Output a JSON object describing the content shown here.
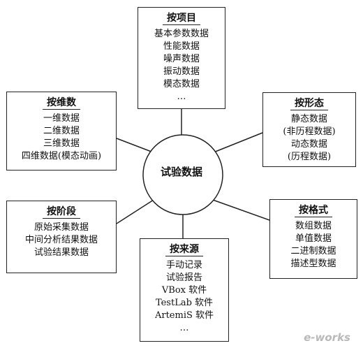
{
  "center": {
    "label": "试验数据"
  },
  "groups": {
    "by_project": {
      "title": "按项目",
      "items": [
        "基本参数数据",
        "性能数据",
        "噪声数据",
        "振动数据",
        "模态数据",
        "…"
      ]
    },
    "by_dimension": {
      "title": "按维数",
      "items": [
        "一维数据",
        "二维数据",
        "三维数据",
        "四维数据(模态动画)"
      ]
    },
    "by_form": {
      "title": "按形态",
      "items": [
        "静态数据",
        "(非历程数据)",
        "动态数据",
        "(历程数据)"
      ]
    },
    "by_stage": {
      "title": "按阶段",
      "items": [
        "原始采集数据",
        "中间分析结果数据",
        "试验结果数据"
      ]
    },
    "by_format": {
      "title": "按格式",
      "items": [
        "数组数据",
        "单值数据",
        "二进制数据",
        "描述型数据"
      ]
    },
    "by_source": {
      "title": "按来源",
      "items": [
        "手动记录",
        "试验报告",
        "VBox 软件",
        "TestLab 软件",
        "ArtemiS 软件",
        "…"
      ]
    }
  },
  "watermark": "e-works"
}
